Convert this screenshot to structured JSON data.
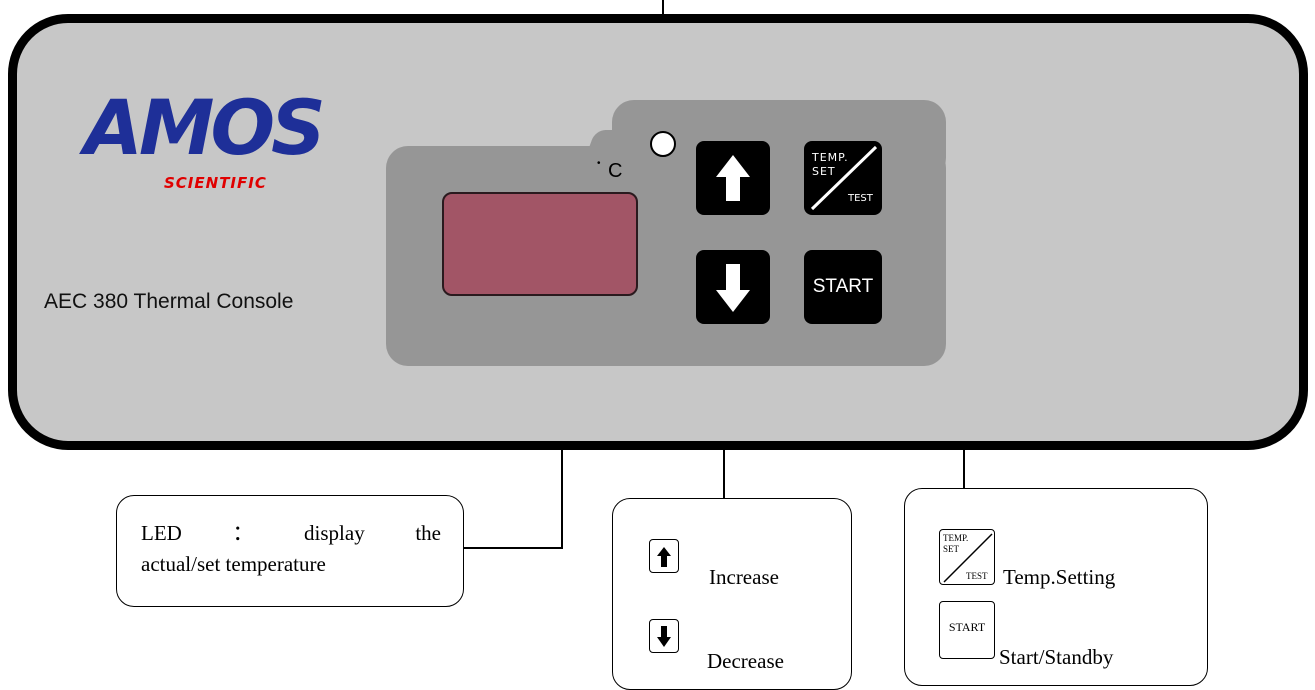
{
  "console": {
    "logo_main": "AMOS",
    "logo_sub": "SCIENTIFIC",
    "name": "AEC 380 Thermal Console",
    "unit_degree": "•",
    "unit_c": "C",
    "led_color": "#a25566"
  },
  "keys": {
    "up_icon": "arrow-up-icon",
    "down_icon": "arrow-down-icon",
    "temp_set_label_1": "TEMP.",
    "temp_set_label_2": "SET",
    "temp_set_label_3": "TEST",
    "start_label": "START"
  },
  "callouts": {
    "led": {
      "title": "LED",
      "colon": "：",
      "word1": "display",
      "word2": "the",
      "line2": "actual/set temperature"
    },
    "arrows": {
      "increase": "Increase",
      "decrease": "Decrease"
    },
    "keys": {
      "mini_temp_1": "TEMP.",
      "mini_temp_2": "SET",
      "mini_temp_3": "TEST",
      "temp_setting": "Temp.Setting",
      "mini_start": "START",
      "start_standby": "Start/Standby"
    }
  },
  "colors": {
    "console_fill": "#c7c7c7",
    "panel_fill": "#969696",
    "logo_blue": "#1e2f98",
    "logo_red": "#e00000"
  }
}
